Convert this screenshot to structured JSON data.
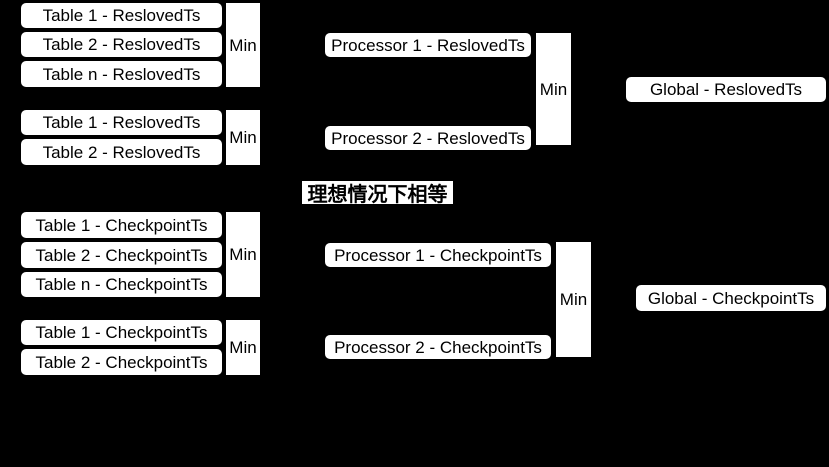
{
  "diagram": {
    "background_color": "#000000",
    "node_fill_color": "#ffffff",
    "node_border_color": "#000000",
    "text_color": "#000000",
    "min_label": "Min",
    "annotation": "理想情况下相等",
    "resolved": {
      "tables_group1": [
        "Table 1 - ReslovedTs",
        "Table 2 - ReslovedTs",
        "Table n - ReslovedTs"
      ],
      "tables_group2": [
        "Table 1 - ReslovedTs",
        "Table 2 - ReslovedTs"
      ],
      "processors": [
        "Processor 1 - ReslovedTs",
        "Processor 2 - ReslovedTs"
      ],
      "global_label": "Global - ReslovedTs"
    },
    "checkpoint": {
      "tables_group1": [
        "Table 1 - CheckpointTs",
        "Table 2 - CheckpointTs",
        "Table n - CheckpointTs"
      ],
      "tables_group2": [
        "Table 1 - CheckpointTs",
        "Table 2 - CheckpointTs"
      ],
      "processors": [
        "Processor 1 - CheckpointTs",
        "Processor 2 - CheckpointTs"
      ],
      "global_label": "Global - CheckpointTs"
    }
  }
}
